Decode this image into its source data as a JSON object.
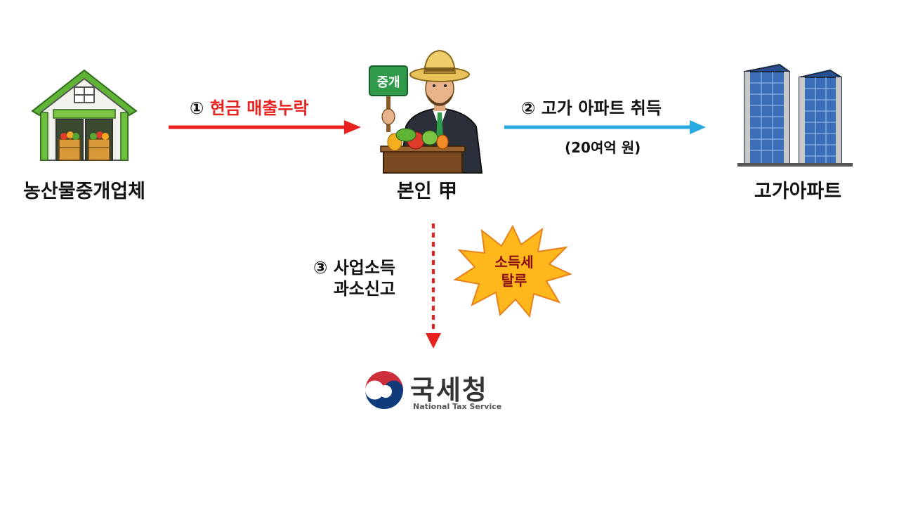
{
  "nodes": {
    "farm": {
      "label": "농산물중개업체"
    },
    "person": {
      "label": "본인 甲",
      "sign_text": "중개"
    },
    "apartment": {
      "label": "고가아파트"
    },
    "nts": {
      "name_ko": "국세청",
      "name_en": "National Tax Service"
    }
  },
  "arrows": {
    "step1": {
      "number": "①",
      "text": "현금 매출누락"
    },
    "step2": {
      "number": "②",
      "text": "고가 아파트 취득",
      "sub": "(20여억 원)"
    },
    "step3": {
      "number": "③",
      "line1": "사업소득",
      "line2": "과소신고"
    }
  },
  "burst": {
    "line1": "소득세",
    "line2": "탈루"
  },
  "colors": {
    "red_arrow": "#e8211f",
    "blue_arrow": "#27a9e1",
    "burst_fill": "#ffb81c",
    "burst_text": "#8b0f14",
    "nts_red": "#cd2e3a",
    "nts_blue": "#0f3b7a"
  }
}
